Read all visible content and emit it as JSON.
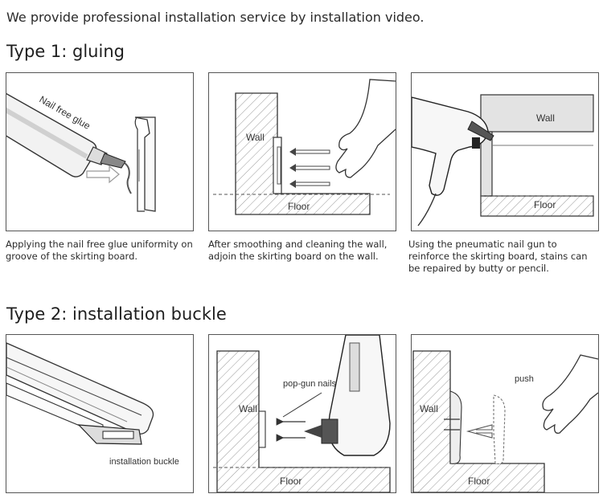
{
  "intro": "We provide professional installation service by installation video.",
  "type1": {
    "heading": "Type 1: gluing",
    "panel1": {
      "tube_label": "Nail free glue",
      "caption": "Applying the nail free glue uniformity on groove of the skirting board."
    },
    "panel2": {
      "wall_label": "Wall",
      "floor_label": "Floor",
      "caption": "After smoothing and cleaning the wall, adjoin the skirting board on the wall."
    },
    "panel3": {
      "wall_label": "Wall",
      "floor_label": "Floor",
      "caption": "Using the pneumatic nail gun to reinforce the skirting board, stains can be repaired by butty or pencil."
    }
  },
  "type2": {
    "heading": "Type 2: installation buckle",
    "panel1": {
      "buckle_label": "installation buckle"
    },
    "panel2": {
      "wall_label": "Wall",
      "floor_label": "Floor",
      "nails_label": "pop-gun nails"
    },
    "panel3": {
      "wall_label": "Wall",
      "floor_label": "Floor",
      "push_label": "push"
    }
  }
}
